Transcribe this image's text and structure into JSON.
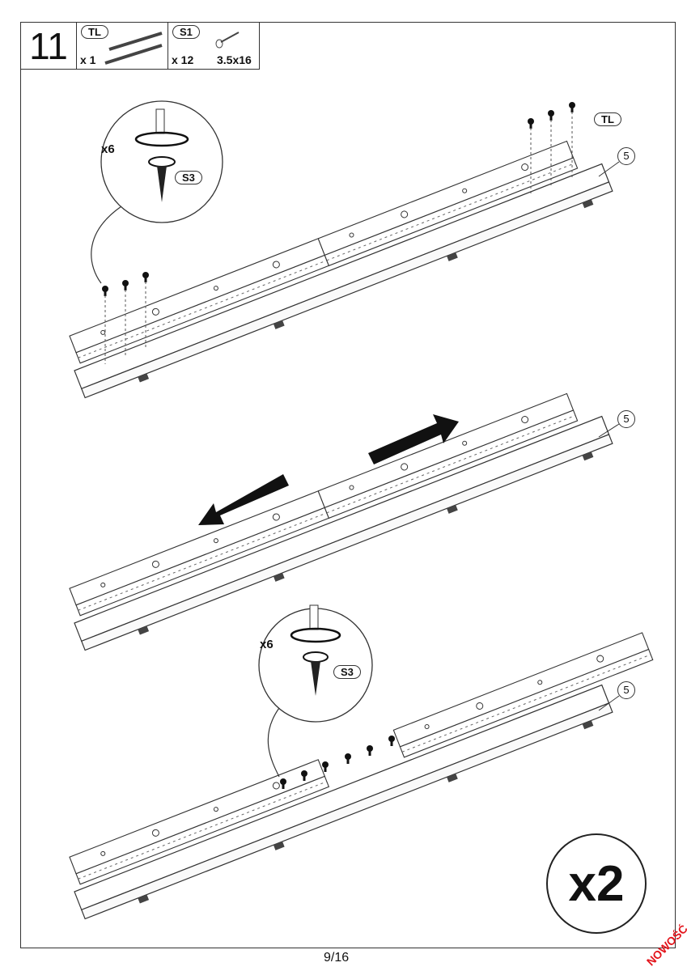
{
  "header": {
    "step_number": "11",
    "parts": [
      {
        "code": "TL",
        "quantity": "x 1"
      },
      {
        "code": "S1",
        "quantity": "x 12",
        "size": "3.5x16"
      }
    ]
  },
  "callouts": {
    "top_detail": {
      "count": "x6",
      "part": "S3"
    },
    "bottom_detail": {
      "count": "x6",
      "part": "S3"
    },
    "rail_label": "TL",
    "panel_labels": [
      "5",
      "5",
      "5"
    ],
    "repeat": "x2"
  },
  "footer": {
    "page": "9/16",
    "badge": "NOWOŚĆ"
  },
  "colors": {
    "line": "#333333",
    "badge": "#e3141b",
    "arrow": "#111111"
  }
}
